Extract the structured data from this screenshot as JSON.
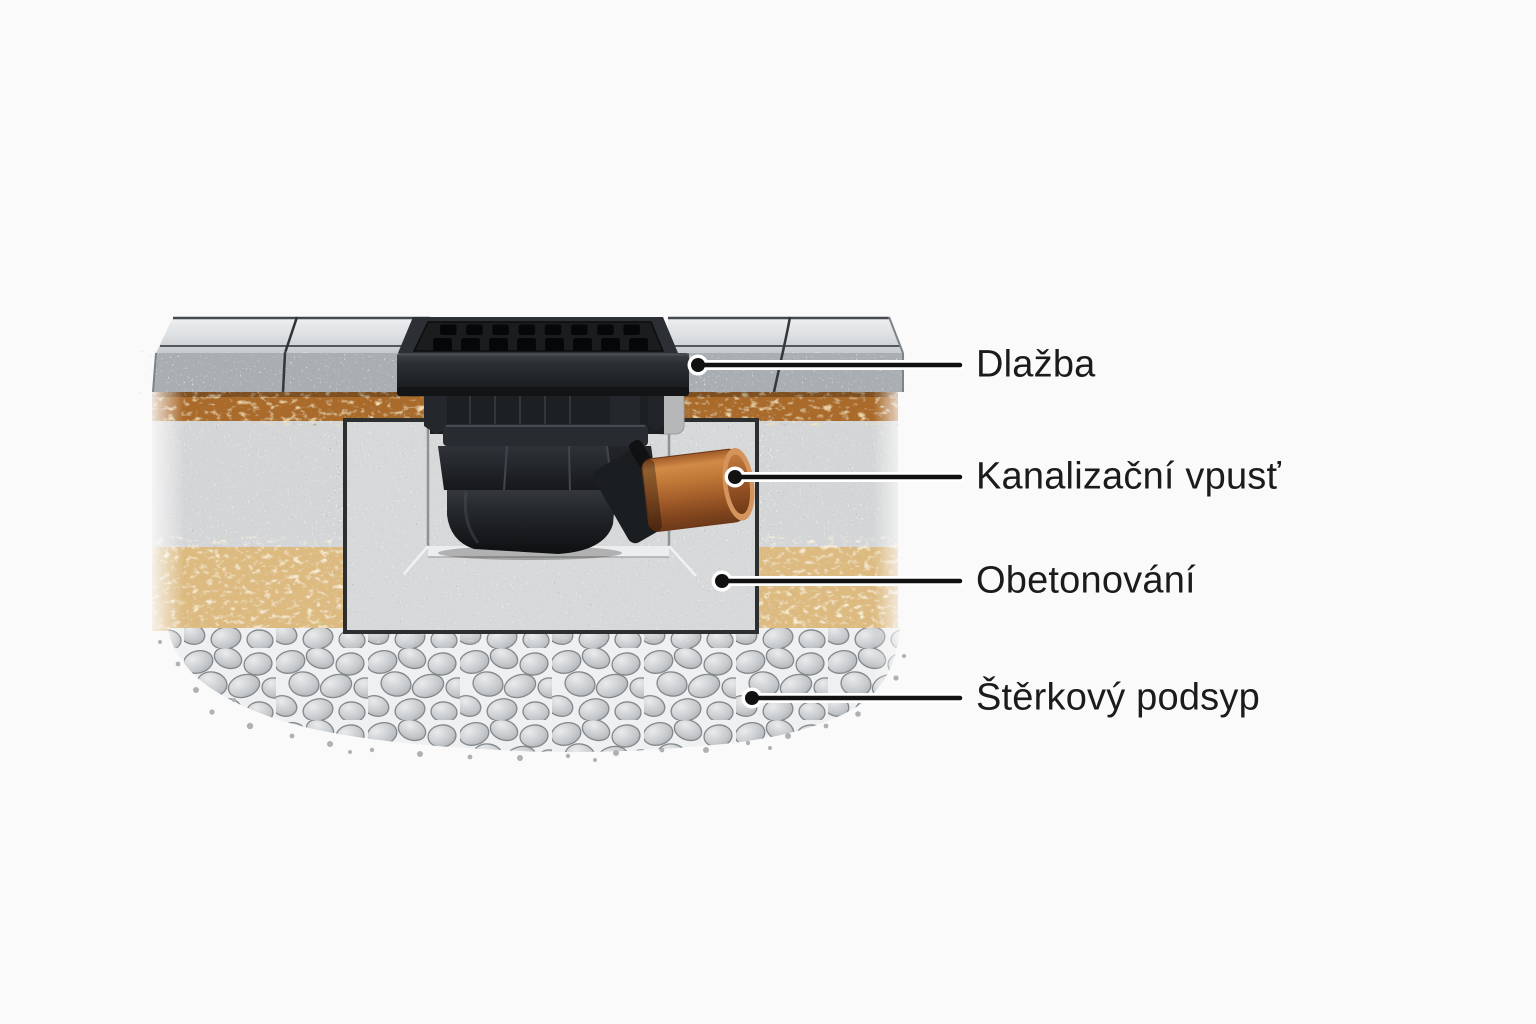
{
  "page": {
    "background": "#fbfafa"
  },
  "diagram": {
    "type": "technical-cross-section",
    "language": "cs",
    "labels": [
      {
        "id": "dlazba",
        "text": "Dlažba"
      },
      {
        "id": "kanalizacni-vpust",
        "text": "Kanalizační vpusť"
      },
      {
        "id": "obetonovani",
        "text": "Obetonování"
      },
      {
        "id": "sterkovy-podsyp",
        "text": "Štěrkový podsyp"
      }
    ],
    "colors": {
      "text": "#1b1b1b",
      "leader_line": "#111111",
      "pipe_terracotta": "#b4662f",
      "bedding_ochre": "#a96a2c",
      "sand_tan": "#dcba80",
      "concrete_grey": "#d6d8d9",
      "paver_grey": "#a9aeb3",
      "plastic_black": "#1b1e21",
      "gravel_grey": "#c2c5c8"
    }
  }
}
